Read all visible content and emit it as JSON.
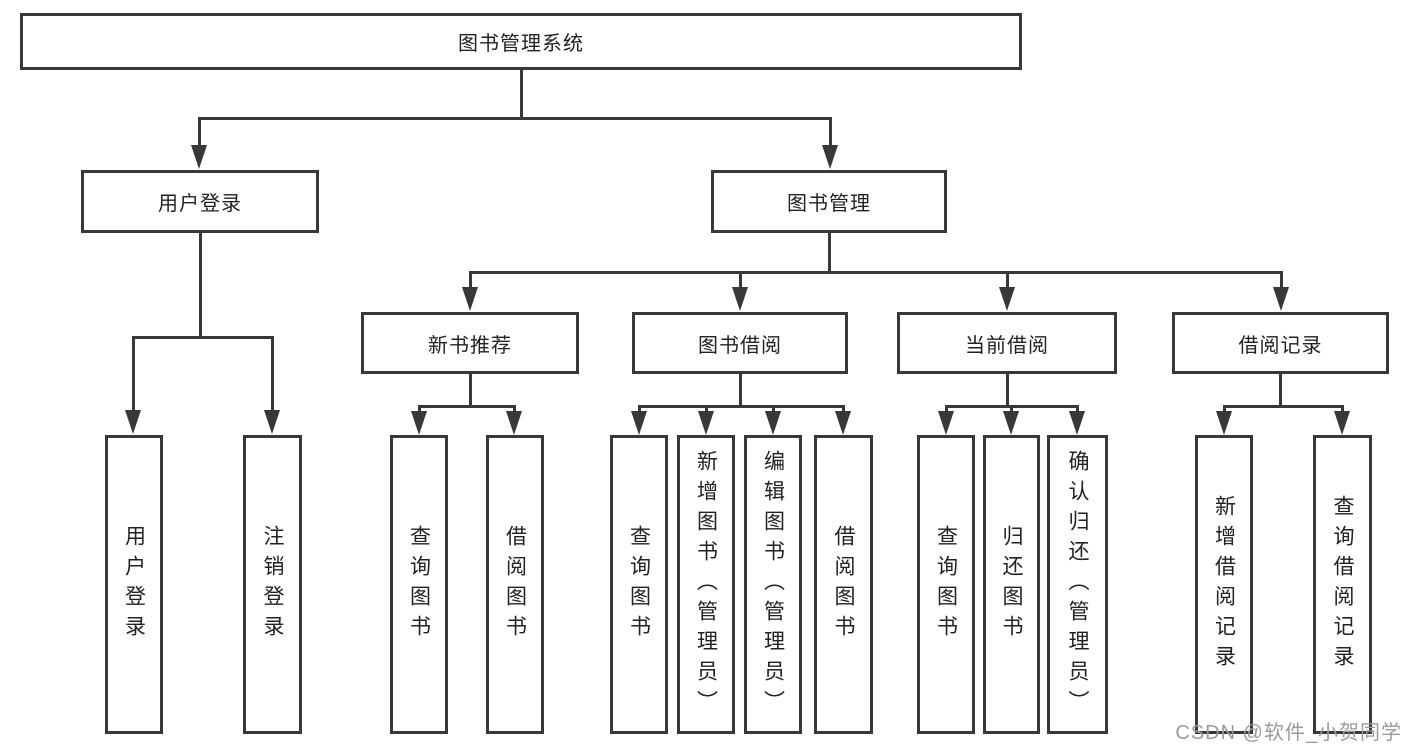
{
  "title": "图书管理系统",
  "watermark": "CSDN @软件_小贺同学",
  "colors": {
    "line": "#383838",
    "border": "#383838",
    "text": "#222222",
    "background": "#ffffff",
    "watermark": "#9b9b9b"
  },
  "tree": {
    "label": "图书管理系统",
    "children": [
      {
        "label": "用户登录",
        "children": [
          {
            "label": "用户登录"
          },
          {
            "label": "注销登录"
          }
        ]
      },
      {
        "label": "图书管理",
        "children": [
          {
            "label": "新书推荐",
            "children": [
              {
                "label": "查询图书"
              },
              {
                "label": "借阅图书"
              }
            ]
          },
          {
            "label": "图书借阅",
            "children": [
              {
                "label": "查询图书"
              },
              {
                "label": "新增图书（管理员）"
              },
              {
                "label": "编辑图书（管理员）"
              },
              {
                "label": "借阅图书"
              }
            ]
          },
          {
            "label": "当前借阅",
            "children": [
              {
                "label": "查询图书"
              },
              {
                "label": "归还图书"
              },
              {
                "label": "确认归还（管理员）"
              }
            ]
          },
          {
            "label": "借阅记录",
            "children": [
              {
                "label": "新增借阅记录"
              },
              {
                "label": "查询借阅记录"
              }
            ]
          }
        ]
      }
    ]
  }
}
